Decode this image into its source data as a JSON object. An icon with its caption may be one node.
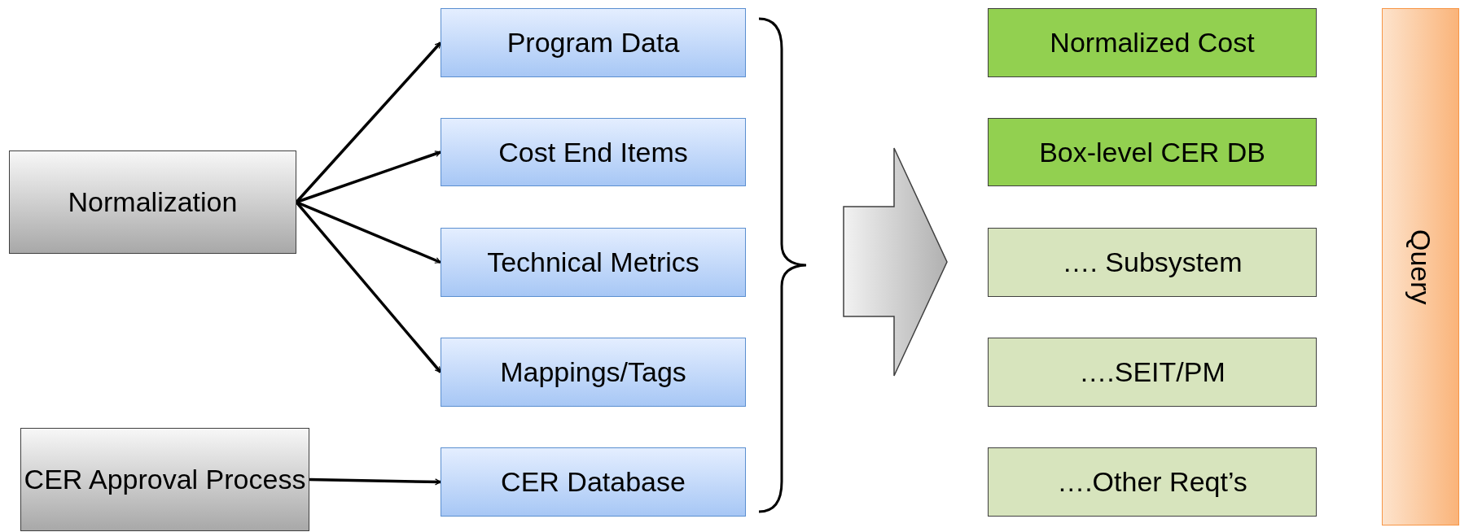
{
  "diagram": {
    "nodes": [
      {
        "text": [
          "Normalization"
        ]
      },
      {
        "text": [
          "CER Approval Process"
        ]
      },
      {
        "text": [
          "Program Data"
        ]
      },
      {
        "text": [
          "Cost End Items"
        ]
      },
      {
        "text": [
          "Technical Metrics"
        ]
      },
      {
        "text": [
          "Mappings/Tags"
        ]
      },
      {
        "text": [
          "CER Database"
        ]
      },
      {
        "text": [],
        "shape": "arrow"
      },
      {
        "text": [
          "Normalized Cost"
        ]
      },
      {
        "text": [
          "Box-level CER DB"
        ]
      },
      {
        "text": [
          "…. Subsystem"
        ]
      },
      {
        "text": [
          "….SEIT/PM"
        ]
      },
      {
        "text": [
          "….Other Reqt’s"
        ]
      },
      {
        "text": [
          "Query"
        ]
      }
    ],
    "edges": [
      {
        "from": 0,
        "to": 2,
        "arrow": "to"
      },
      {
        "from": 0,
        "to": 3,
        "arrow": "to"
      },
      {
        "from": 0,
        "to": 4,
        "arrow": "to"
      },
      {
        "from": 0,
        "to": 5,
        "arrow": "to"
      },
      {
        "from": 1,
        "to": 6,
        "arrow": "to"
      }
    ]
  }
}
